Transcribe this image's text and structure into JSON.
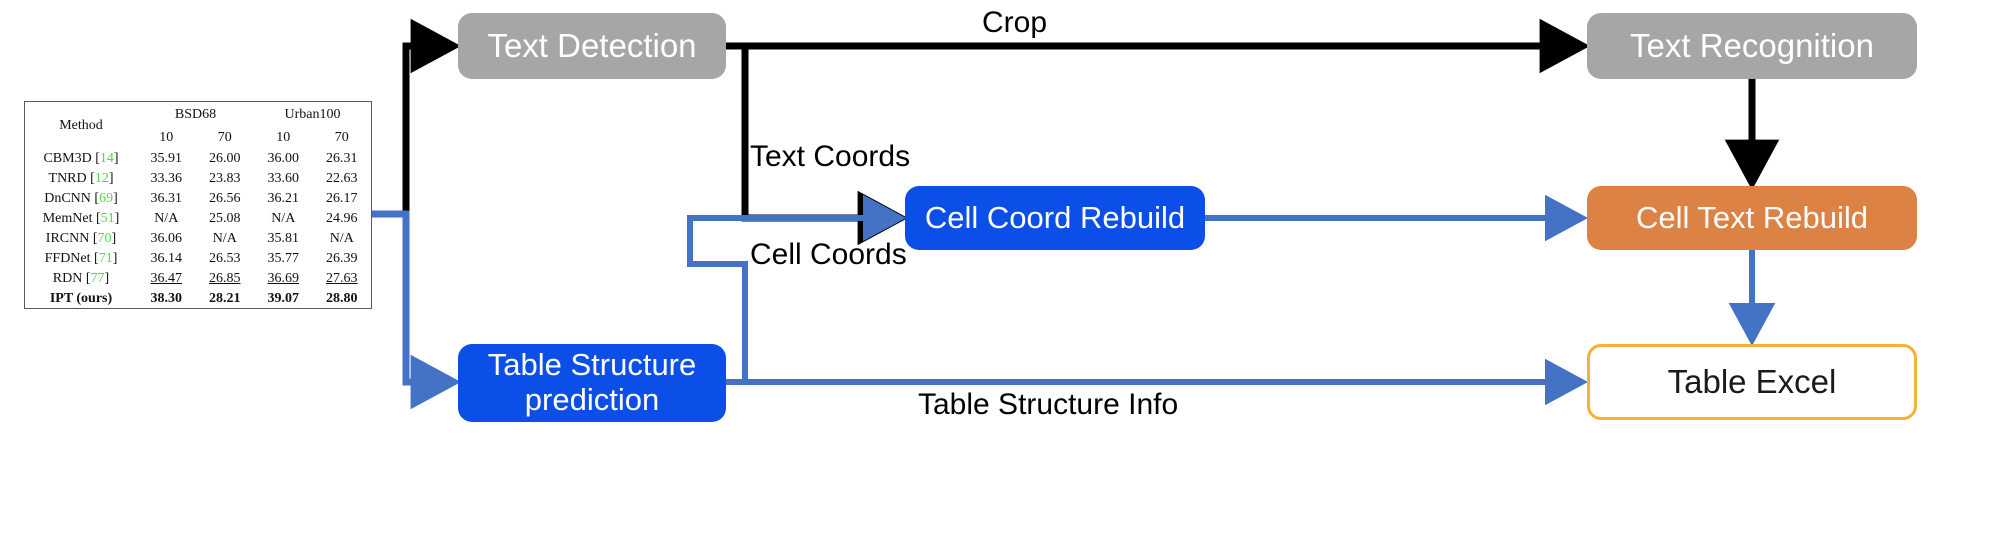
{
  "diagram": {
    "nodes": {
      "text_detection": {
        "label": "Text Detection",
        "color": "#a6a6a6"
      },
      "text_recognition": {
        "label": "Text Recognition",
        "color": "#a6a6a6"
      },
      "cell_coord_rebuild": {
        "label": "Cell Coord Rebuild",
        "color": "#0b4fe8"
      },
      "cell_text_rebuild": {
        "label": "Cell Text Rebuild",
        "color": "#dd8245"
      },
      "table_structure_prediction": {
        "label": "Table Structure prediction",
        "color": "#0b4fe8"
      },
      "table_excel": {
        "label": "Table Excel",
        "color": "#ffffff",
        "border_color": "#f5b335"
      }
    },
    "edge_labels": {
      "crop": "Crop",
      "text_coords": "Text Coords",
      "cell_coords": "Cell Coords",
      "table_structure_info": "Table Structure Info"
    },
    "colors": {
      "black_arrow": "#000000",
      "blue_arrow": "#4472c4",
      "gray_node": "#a6a6a6",
      "blue_node": "#0b4fe8",
      "orange_node": "#dd8245",
      "outline_node_border": "#f5b335"
    }
  },
  "sample_table": {
    "caption_columns": [
      "Method",
      "BSD68",
      "Urban100"
    ],
    "group_headers": [
      {
        "label": "Method",
        "span": 1
      },
      {
        "label": "BSD68",
        "span": 2
      },
      {
        "label": "Urban100",
        "span": 2
      }
    ],
    "sub_headers": [
      "10",
      "70",
      "10",
      "70"
    ],
    "rows": [
      {
        "method": "CBM3D",
        "ref": "14",
        "values": [
          "35.91",
          "26.00",
          "36.00",
          "26.31"
        ],
        "style": "normal"
      },
      {
        "method": "TNRD",
        "ref": "12",
        "values": [
          "33.36",
          "23.83",
          "33.60",
          "22.63"
        ],
        "style": "normal"
      },
      {
        "method": "DnCNN",
        "ref": "69",
        "values": [
          "36.31",
          "26.56",
          "36.21",
          "26.17"
        ],
        "style": "normal"
      },
      {
        "method": "MemNet",
        "ref": "51",
        "values": [
          "N/A",
          "25.08",
          "N/A",
          "24.96"
        ],
        "style": "normal"
      },
      {
        "method": "IRCNN",
        "ref": "70",
        "values": [
          "36.06",
          "N/A",
          "35.81",
          "N/A"
        ],
        "style": "normal"
      },
      {
        "method": "FFDNet",
        "ref": "71",
        "values": [
          "36.14",
          "26.53",
          "35.77",
          "26.39"
        ],
        "style": "normal"
      },
      {
        "method": "RDN",
        "ref": "77",
        "values": [
          "36.47",
          "26.85",
          "36.69",
          "27.63"
        ],
        "style": "underline"
      },
      {
        "method": "IPT (ours)",
        "ref": "",
        "values": [
          "38.30",
          "28.21",
          "39.07",
          "28.80"
        ],
        "style": "bold"
      }
    ]
  }
}
